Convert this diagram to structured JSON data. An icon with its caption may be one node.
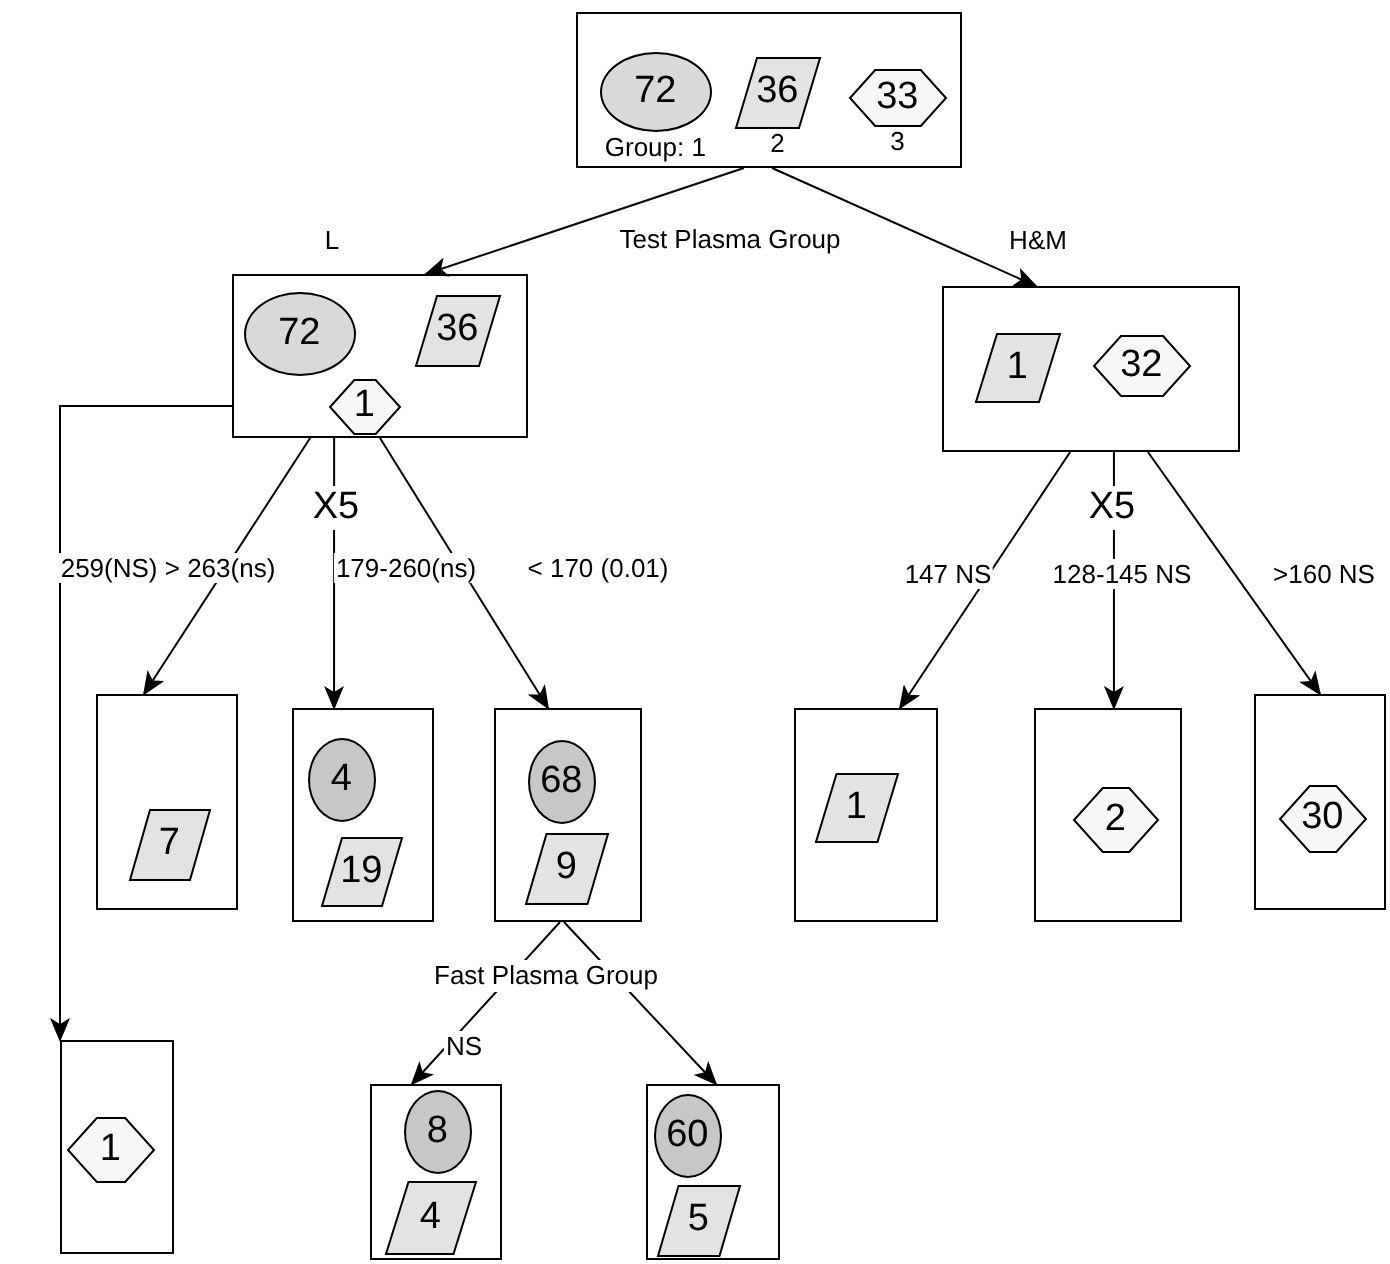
{
  "diagram": {
    "nodes": [
      {
        "text": [],
        "shape": "box"
      },
      {
        "text": [
          "72"
        ],
        "in": 0,
        "beside": [
          "Group: 1"
        ]
      },
      {
        "text": [
          "36"
        ],
        "in": 0,
        "beside": [
          "2"
        ]
      },
      {
        "text": [
          "33"
        ],
        "in": 0,
        "beside": [
          "3"
        ]
      },
      {
        "text": [],
        "shape": "box"
      },
      {
        "text": [
          "72"
        ],
        "in": 4
      },
      {
        "text": [
          "36"
        ],
        "in": 4
      },
      {
        "text": [
          "1"
        ],
        "in": 4
      },
      {
        "text": [],
        "shape": "box"
      },
      {
        "text": [
          "1"
        ],
        "in": 8
      },
      {
        "text": [
          "32"
        ],
        "in": 8
      },
      {
        "text": [],
        "shape": "box"
      },
      {
        "text": [
          "7"
        ],
        "in": 11
      },
      {
        "text": [],
        "shape": "box"
      },
      {
        "text": [
          "4"
        ],
        "in": 13
      },
      {
        "text": [
          "19"
        ],
        "in": 13
      },
      {
        "text": [],
        "shape": "box"
      },
      {
        "text": [
          "68"
        ],
        "in": 16
      },
      {
        "text": [
          "9"
        ],
        "in": 16
      },
      {
        "text": [],
        "shape": "box"
      },
      {
        "text": [
          "1"
        ],
        "in": 19
      },
      {
        "text": [],
        "shape": "box"
      },
      {
        "text": [
          "2"
        ],
        "in": 21
      },
      {
        "text": [],
        "shape": "box"
      },
      {
        "text": [
          "30"
        ],
        "in": 23
      },
      {
        "text": [],
        "shape": "box"
      },
      {
        "text": [
          "1"
        ],
        "in": 25
      },
      {
        "text": [],
        "shape": "box"
      },
      {
        "text": [
          "8"
        ],
        "in": 27
      },
      {
        "text": [
          "4"
        ],
        "in": 27
      },
      {
        "text": [],
        "shape": "box"
      },
      {
        "text": [
          "60"
        ],
        "in": 30
      },
      {
        "text": [
          "5"
        ],
        "in": 30
      }
    ],
    "edges": [
      {
        "from": 0,
        "to": 4,
        "arrow": "to",
        "label": "L"
      },
      {
        "from": 0,
        "to": 8,
        "arrow": "to",
        "label": "H&M"
      },
      {
        "from": 4,
        "to": 11,
        "arrow": "to",
        "label": "259(NS) > 263(ns)"
      },
      {
        "from": 4,
        "to": 13,
        "arrow": "to",
        "label": "179-260(ns)"
      },
      {
        "from": 4,
        "to": 16,
        "arrow": "to",
        "label": "< 170 (0.01)"
      },
      {
        "from": 4,
        "to": 25,
        "arrow": "to"
      },
      {
        "from": 8,
        "to": 19,
        "arrow": "to",
        "label": "147 NS"
      },
      {
        "from": 8,
        "to": 21,
        "arrow": "to",
        "label": "128-145 NS"
      },
      {
        "from": 8,
        "to": 23,
        "arrow": "to",
        "label": ">160 NS"
      },
      {
        "from": 16,
        "to": 27,
        "arrow": "to",
        "label": "NS"
      },
      {
        "from": 16,
        "to": 30,
        "arrow": "to"
      }
    ],
    "labels": [
      "Test Plasma Group",
      "X5",
      "X5",
      "Fast Plasma Group"
    ]
  }
}
